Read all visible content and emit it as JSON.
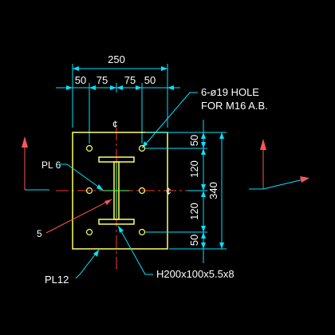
{
  "dimensions": {
    "overall_width": "250",
    "seg_1": "50",
    "seg_2": "75",
    "seg_3": "75",
    "seg_4": "50",
    "v_seg_1": "50",
    "v_seg_2": "120",
    "v_seg_3": "120",
    "v_seg_4": "50",
    "overall_height": "340"
  },
  "labels": {
    "hole_note_line1": "6-ø19 HOLE",
    "hole_note_line2": "FOR M16 A.B.",
    "centerline_symbol": "¢",
    "plate_6": "PL 6",
    "weld_size": "5",
    "plate_12": "PL12",
    "section": "H200x100x5.5x8"
  },
  "colors": {
    "background": "#000000",
    "plate_outline": "#ffff66",
    "section_outline": "#ffff66",
    "dimension": "#00e5ff",
    "leader": "#00e5ff",
    "centerline": "#ff3333",
    "text": "#ffffff",
    "arrow_red": "#ff5555",
    "hole": "#ffff66",
    "section_line": "#66ff66"
  }
}
